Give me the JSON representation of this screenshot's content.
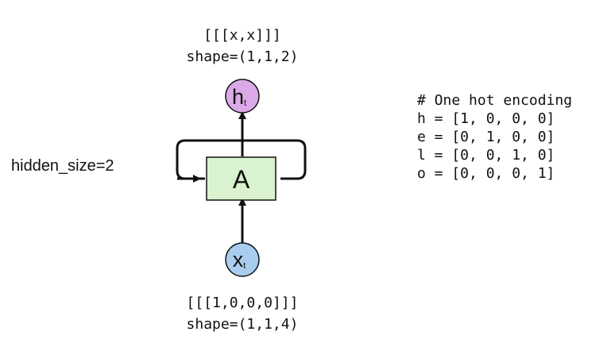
{
  "output_label": {
    "value": "[[[x,x]]]",
    "shape": "shape=(1,1,2)"
  },
  "input_label": {
    "value": "[[[1,0,0,0]]]",
    "shape": "shape=(1,1,4)"
  },
  "hidden_size": "hidden_size=2",
  "cell": {
    "label": "A",
    "fill": "#d9f2cf"
  },
  "output_node": {
    "main": "h",
    "sub": "t",
    "fill": "#dca9e8"
  },
  "input_node": {
    "main": "x",
    "sub": "t",
    "fill": "#a9cdee"
  },
  "encoding": {
    "comment": "# One hot encoding",
    "lines": [
      "h = [1, 0, 0, 0]",
      "e = [0, 1, 0, 0]",
      "l = [0, 0, 1, 0]",
      "o = [0, 0, 0, 1]"
    ]
  }
}
